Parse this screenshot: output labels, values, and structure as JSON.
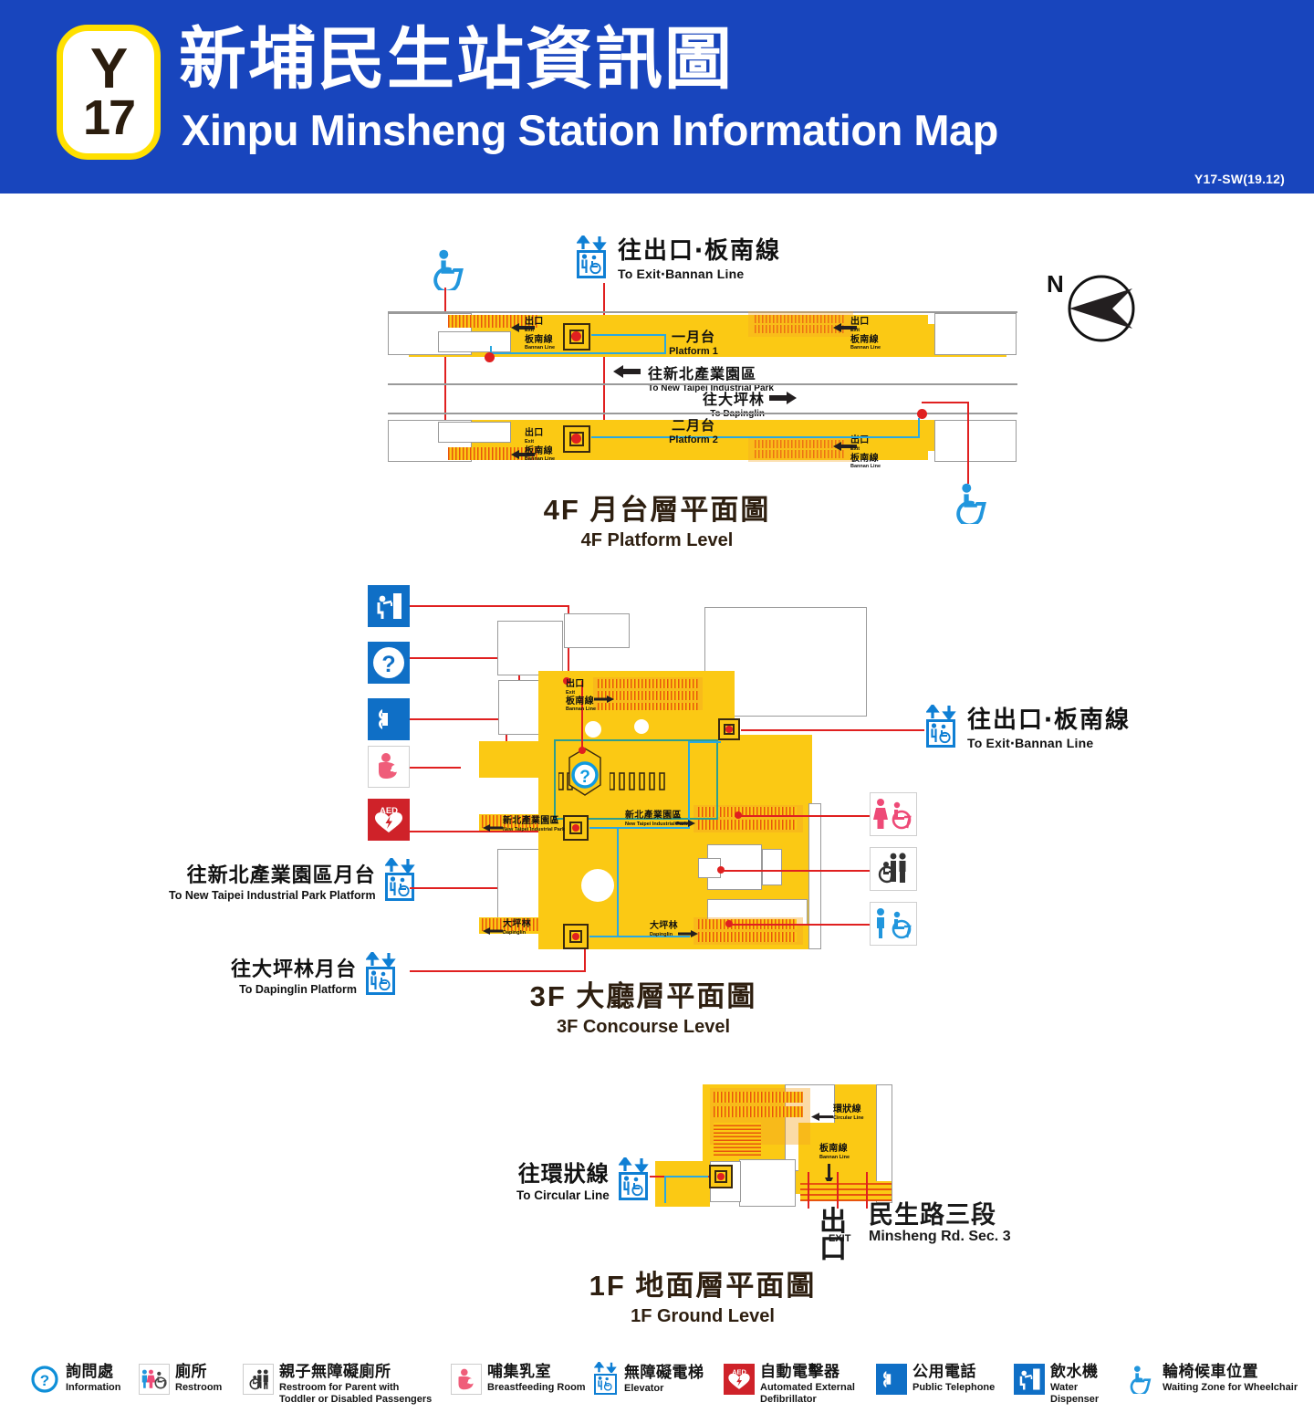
{
  "header": {
    "badge_letter": "Y",
    "badge_number": "17",
    "title_zh": "新埔民生站資訊圖",
    "title_en": "Xinpu Minsheng Station Information Map",
    "ref_code": "Y17-SW(19.12)",
    "bg_color": "#1845bd",
    "badge_border_color": "#ffe000"
  },
  "compass": {
    "label": "N"
  },
  "floor_4f": {
    "title_zh": "4F  月台層平面圖",
    "title_en": "4F Platform Level",
    "elevator_sign": {
      "zh": "往出口‧板南線",
      "en": "To Exit‧Bannan Line",
      "icon": "elevator-icon"
    },
    "wheelchair_markers": [
      {
        "name": "waiting-zone-wheelchair-platform1",
        "icon": "wheelchair-icon"
      },
      {
        "name": "waiting-zone-wheelchair-platform2",
        "icon": "wheelchair-icon"
      }
    ],
    "platforms": [
      {
        "zh": "一月台",
        "en": "Platform 1"
      },
      {
        "zh": "二月台",
        "en": "Platform 2"
      }
    ],
    "directions": [
      {
        "zh": "往新北產業園區",
        "en": "To New Taipei Industrial Park",
        "arrow": "left"
      },
      {
        "zh": "往大坪林",
        "en": "To Dapinglin",
        "arrow": "right"
      }
    ],
    "exit_labels": [
      {
        "zh": "出口",
        "en": "Exit",
        "line_zh": "板南線",
        "line_en": "Bannan Line"
      },
      {
        "zh": "出口",
        "en": "Exit",
        "line_zh": "板南線",
        "line_en": "Bannan Line"
      },
      {
        "zh": "出口",
        "en": "Exit",
        "line_zh": "板南線",
        "line_en": "Bannan Line"
      },
      {
        "zh": "出口",
        "en": "Exit",
        "line_zh": "板南線",
        "line_en": "Bannan Line"
      }
    ]
  },
  "floor_3f": {
    "title_zh": "3F  大廳層平面圖",
    "title_en": "3F Concourse Level",
    "left_callouts": [
      {
        "name": "water-dispenser-icon",
        "icon": "water-dispenser-icon",
        "style": "blue"
      },
      {
        "name": "information-icon",
        "icon": "question-mark-icon",
        "style": "blue"
      },
      {
        "name": "public-telephone-icon",
        "icon": "telephone-icon",
        "style": "blue"
      },
      {
        "name": "breastfeeding-room-icon",
        "icon": "breastfeeding-icon",
        "style": "white"
      },
      {
        "name": "aed-icon",
        "icon": "aed-heart-icon",
        "style": "red"
      }
    ],
    "elevator_signs_left": [
      {
        "zh": "往新北產業園區月台",
        "en": "To New Taipei Industrial Park Platform",
        "icon": "elevator-icon"
      },
      {
        "zh": "往大坪林月台",
        "en": "To Dapinglin Platform",
        "icon": "elevator-icon"
      }
    ],
    "elevator_sign_right": {
      "zh": "往出口‧板南線",
      "en": "To Exit‧Bannan Line",
      "icon": "elevator-icon"
    },
    "right_callouts": [
      {
        "name": "womens-restroom-icon",
        "icon": "womens-restroom-icon",
        "color": "#ee4a77"
      },
      {
        "name": "accessible-family-restroom-icon",
        "icon": "family-restroom-icon",
        "color": "#3a3a3a"
      },
      {
        "name": "mens-restroom-icon",
        "icon": "mens-restroom-icon",
        "color": "#2196dd"
      }
    ],
    "plan_labels": [
      {
        "zh": "出口",
        "en": "Exit",
        "sub_zh": "板南線",
        "sub_en": "Bannan Line"
      },
      {
        "zh": "新北產業園區",
        "en": "New Taipei Industrial Park"
      },
      {
        "zh": "新北產業園區",
        "en": "New Taipei Industrial Park"
      },
      {
        "zh": "大坪林",
        "en": "Dapinglin"
      },
      {
        "zh": "大坪林",
        "en": "Dapinglin"
      }
    ],
    "information_marker": "question-mark-icon"
  },
  "floor_1f": {
    "title_zh": "1F  地面層平面圖",
    "title_en": "1F Ground  Level",
    "elevator_sign": {
      "zh": "往環狀線",
      "en": "To Circular Line",
      "icon": "elevator-icon"
    },
    "plan_labels": [
      {
        "zh": "環狀線",
        "en": "Circular Line"
      },
      {
        "zh": "板南線",
        "en": "Bannan Line"
      }
    ],
    "exit": {
      "glyph_zh": "出口",
      "glyph_en": "EXIT",
      "zh": "民生路三段",
      "en": "Minsheng Rd. Sec. 3"
    }
  },
  "legend": {
    "items": [
      {
        "zh": "詢問處",
        "en": "Information",
        "icon": "question-mark-icon",
        "style": "plain-blue"
      },
      {
        "zh": "廁所",
        "en": "Restroom",
        "icon": "restroom-icon",
        "style": "boxed"
      },
      {
        "zh": "親子無障礙廁所",
        "en": "Restroom for Parent with\nToddler or Disabled Passengers",
        "icon": "family-restroom-icon",
        "style": "boxed"
      },
      {
        "zh": "哺集乳室",
        "en": "Breastfeeding Room",
        "icon": "breastfeeding-icon",
        "style": "boxed"
      },
      {
        "zh": "無障礙電梯",
        "en": "Elevator",
        "icon": "elevator-icon",
        "style": "plain"
      },
      {
        "zh": "自動電擊器",
        "en": "Automated External\nDefibrillator",
        "icon": "aed-heart-icon",
        "style": "red-box"
      },
      {
        "zh": "公用電話",
        "en": "Public Telephone",
        "icon": "telephone-icon",
        "style": "blue-box"
      },
      {
        "zh": "飲水機",
        "en": "Water\nDispenser",
        "icon": "water-dispenser-icon",
        "style": "blue-box"
      },
      {
        "zh": "輪椅候車位置",
        "en": "Waiting Zone for Wheelchair",
        "icon": "wheelchair-icon",
        "style": "plain-blue"
      }
    ]
  }
}
